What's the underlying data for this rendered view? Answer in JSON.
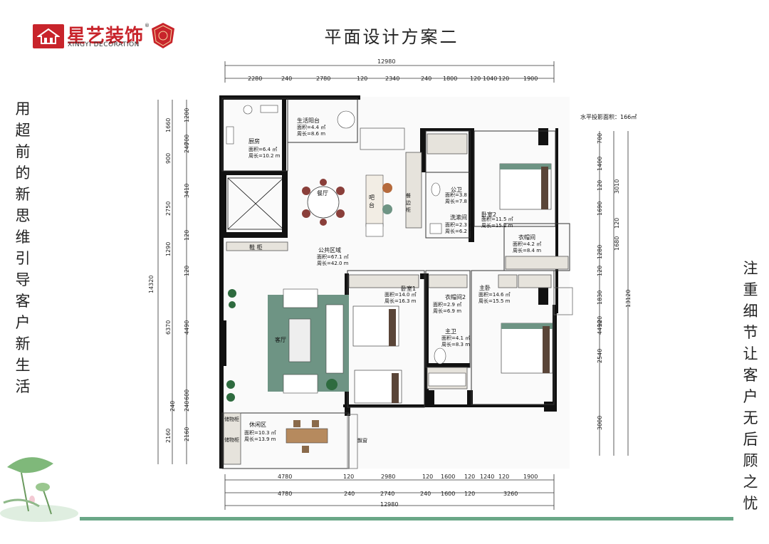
{
  "brand": {
    "name": "星艺装饰",
    "sub": "XINGYI DECORATION",
    "reg": "®",
    "seal_color": "#c8242b"
  },
  "title": "平面设计方案二",
  "slogan_left": "用超前的新思维引导客户新生活",
  "slogan_right": "注重细节让客户无后顾之忧",
  "projected_area": "水平投影面积：166㎡",
  "dims_top_total": "12980",
  "dims_top": [
    "2280",
    "240",
    "2780",
    "120",
    "2340",
    "240",
    "1800",
    "120",
    "1040",
    "120",
    "1900"
  ],
  "dims_bottom_1": [
    "4780",
    "120",
    "2980",
    "120",
    "1600",
    "120",
    "1240",
    "120",
    "1900"
  ],
  "dims_bottom_2": [
    "4780",
    "240",
    "2740",
    "240",
    "1600",
    "120",
    "3260"
  ],
  "dims_bottom_total": "12980",
  "dims_left_outer": [
    "1660",
    "900",
    "2750",
    "1290",
    "6370",
    "2160"
  ],
  "dims_left_outer_total": "14320",
  "dims_left_inner": [
    "1200",
    "700",
    "240",
    "3410",
    "120",
    "120",
    "4490",
    "600",
    "240",
    "240",
    "2160"
  ],
  "dims_right_inner": [
    "700",
    "1400",
    "120",
    "3010",
    "1690",
    "120",
    "1680",
    "1280",
    "120",
    "1830",
    "120",
    "4490",
    "2540",
    "3000"
  ],
  "dims_right_total": "13120",
  "rooms": {
    "kitchen": {
      "name": "厨房",
      "area": "面积=6.4 ㎡",
      "perim": "周长=10.2 m"
    },
    "balcony": {
      "name": "生活阳台",
      "area": "面积=4.4 ㎡",
      "perim": "周长=8.6 m"
    },
    "dining": {
      "name": "餐厅"
    },
    "bar": {
      "name": "吧台"
    },
    "cabinet": {
      "name": "餐边柜"
    },
    "public": {
      "name": "公共区域",
      "area": "面积=67.1 ㎡",
      "perim": "周长=42.0 m"
    },
    "shoe": {
      "name": "鞋 柜"
    },
    "living": {
      "name": "客厅"
    },
    "lounge": {
      "name": "休闲区",
      "area": "面积=10.3 ㎡",
      "perim": "周长=13.9 m"
    },
    "pub_bath": {
      "name": "公卫",
      "area": "面积=3.8 ㎡",
      "perim": "周长=7.8 m"
    },
    "laundry": {
      "name": "洗漱间",
      "area": "面积=2.3 ㎡",
      "perim": "周长=6.2 m"
    },
    "bed2": {
      "name": "卧室2",
      "area": "面积=11.5 ㎡",
      "perim": "周长=15.2 m"
    },
    "closet": {
      "name": "衣帽间",
      "area": "面积=4.2 ㎡",
      "perim": "周长=8.4 m"
    },
    "bed1": {
      "name": "卧室1",
      "area": "面积=14.0 ㎡",
      "perim": "周长=16.3 m"
    },
    "closet2": {
      "name": "衣帽间2",
      "area": "面积=2.9 ㎡",
      "perim": "周长=6.9 m"
    },
    "master": {
      "name": "主卧",
      "area": "面积=14.6 ㎡",
      "perim": "周长=15.5 m"
    },
    "master_bath": {
      "name": "主卫",
      "area": "面积=4.1 ㎡",
      "perim": "周长=8.3 m"
    },
    "bookshelf1": {
      "name": "储物柜"
    },
    "bookshelf2": {
      "name": "储物柜"
    },
    "window_label": {
      "name": "飘窗"
    }
  },
  "colors": {
    "wall": "#111111",
    "rug": "#6e9484",
    "accent": "#6aa787",
    "brand_red": "#c8242b"
  }
}
